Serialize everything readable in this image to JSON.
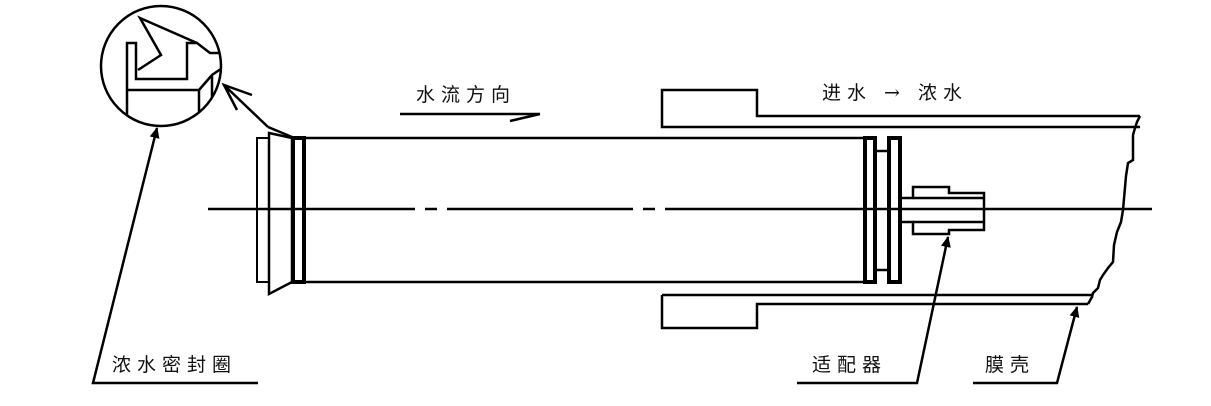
{
  "diagram": {
    "title": "Membrane element installation in pressure vessel",
    "stroke_color": "#000000",
    "background": "#ffffff",
    "labels": {
      "flow_direction": "水流方向",
      "feed_to_concentrate": "进水 → 浓水",
      "brine_seal": "浓水密封圈",
      "adapter": "适配器",
      "vessel_shell": "膜壳"
    },
    "components": [
      {
        "id": "brine-seal-detail",
        "description": "Magnified circular detail of brine seal ring"
      },
      {
        "id": "membrane-element",
        "description": "Cylindrical membrane element"
      },
      {
        "id": "adapter",
        "description": "Adapter connecting element to end plate"
      },
      {
        "id": "pressure-vessel",
        "description": "Membrane housing shell with break line"
      },
      {
        "id": "centerline",
        "description": "Dash-dot axis line"
      }
    ]
  }
}
